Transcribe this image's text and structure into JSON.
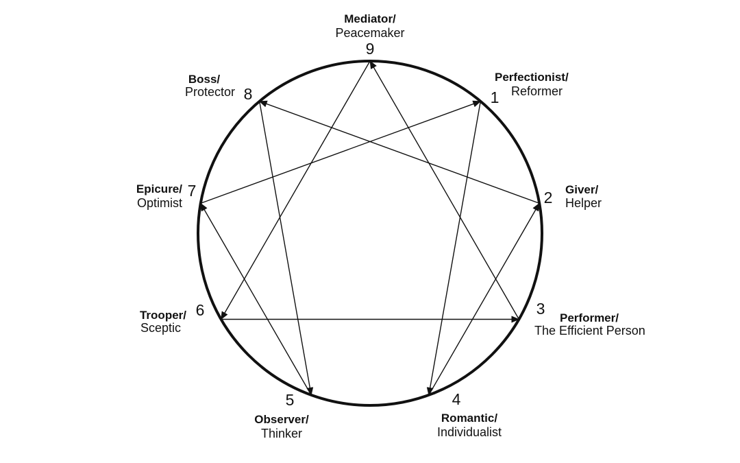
{
  "types": [
    {
      "number": "1",
      "title": "Perfectionist/",
      "subtitle": "Reformer"
    },
    {
      "number": "2",
      "title": "Giver/",
      "subtitle": "Helper"
    },
    {
      "number": "3",
      "title": "Performer/",
      "subtitle": "The Efficient Person"
    },
    {
      "number": "4",
      "title": "Romantic/",
      "subtitle": "Individualist"
    },
    {
      "number": "5",
      "title": "Observer/",
      "subtitle": "Thinker"
    },
    {
      "number": "6",
      "title": "Trooper/",
      "subtitle": "Sceptic"
    },
    {
      "number": "7",
      "title": "Epicure/",
      "subtitle": "Optimist"
    },
    {
      "number": "8",
      "title": "Boss/",
      "subtitle": "Protector"
    },
    {
      "number": "9",
      "title": "Mediator/",
      "subtitle": "Peacemaker"
    }
  ],
  "arrows": [
    {
      "from": "1",
      "to": "4"
    },
    {
      "from": "4",
      "to": "2"
    },
    {
      "from": "2",
      "to": "8"
    },
    {
      "from": "8",
      "to": "5"
    },
    {
      "from": "5",
      "to": "7"
    },
    {
      "from": "7",
      "to": "1"
    },
    {
      "from": "9",
      "to": "6"
    },
    {
      "from": "6",
      "to": "3"
    },
    {
      "from": "3",
      "to": "9"
    }
  ],
  "colors": {
    "line": "#111111",
    "background": "#ffffff"
  }
}
